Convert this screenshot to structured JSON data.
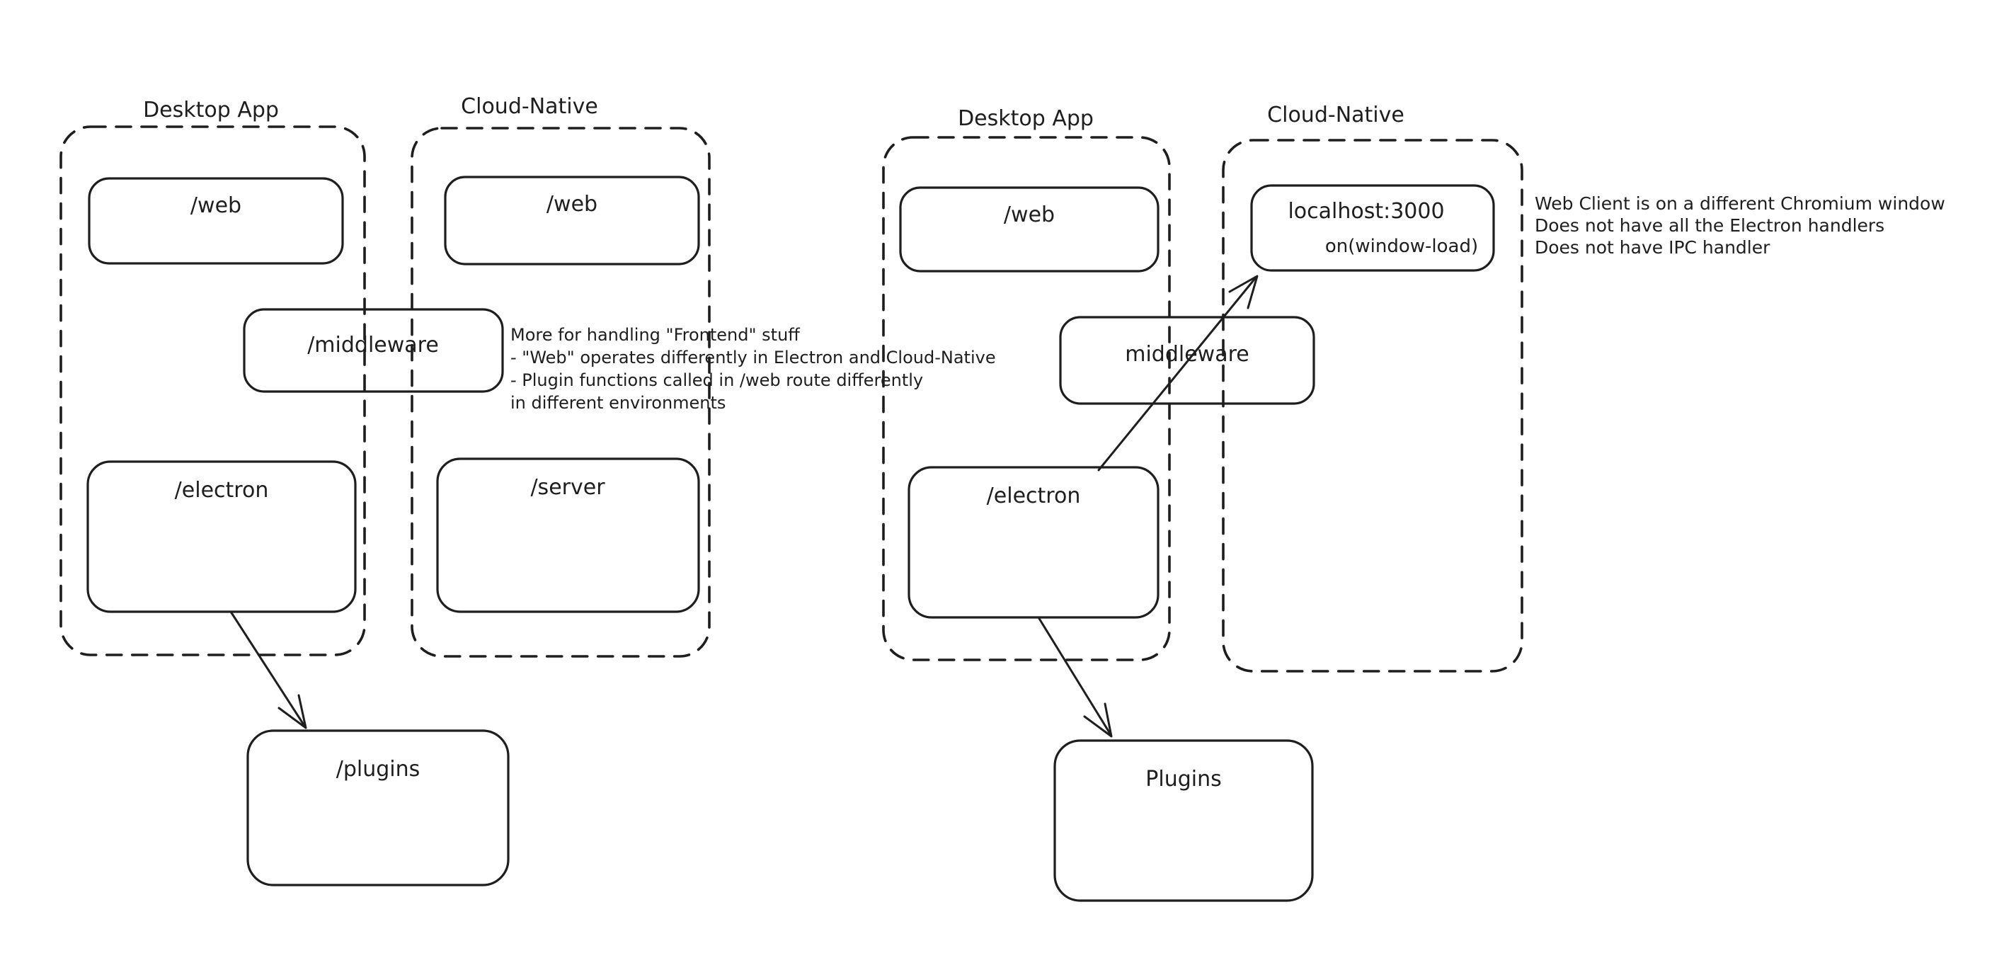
{
  "colors": {
    "ink": "#1e1e1e",
    "red": "#d23b31",
    "green": "#429e52"
  },
  "left_diagram": {
    "desktop_container_label": "Desktop App",
    "cloud_container_label": "Cloud-Native",
    "web_desktop_label": "/web",
    "web_cloud_label": "/web",
    "middleware_label": "/middleware",
    "electron_label": "/electron",
    "server_label": "/server",
    "plugins_label": "/plugins",
    "note_lines": [
      "More for handling \"Frontend\" stuff",
      "- \"Web\" operates differently in Electron and Cloud-Native",
      "- Plugin functions called in /web route differently",
      "in different environments"
    ]
  },
  "right_diagram": {
    "desktop_container_label": "Desktop App",
    "cloud_container_label": "Cloud-Native",
    "web_label": "/web",
    "localhost_title": "localhost:3000",
    "localhost_annotation": "on(window-load)",
    "middleware_label": "middleware",
    "electron_label": "/electron",
    "plugins_label": "Plugins",
    "note_lines": [
      "Web Client is on a different Chromium window",
      "Does not have all the Electron handlers",
      "Does not have IPC handler"
    ]
  }
}
